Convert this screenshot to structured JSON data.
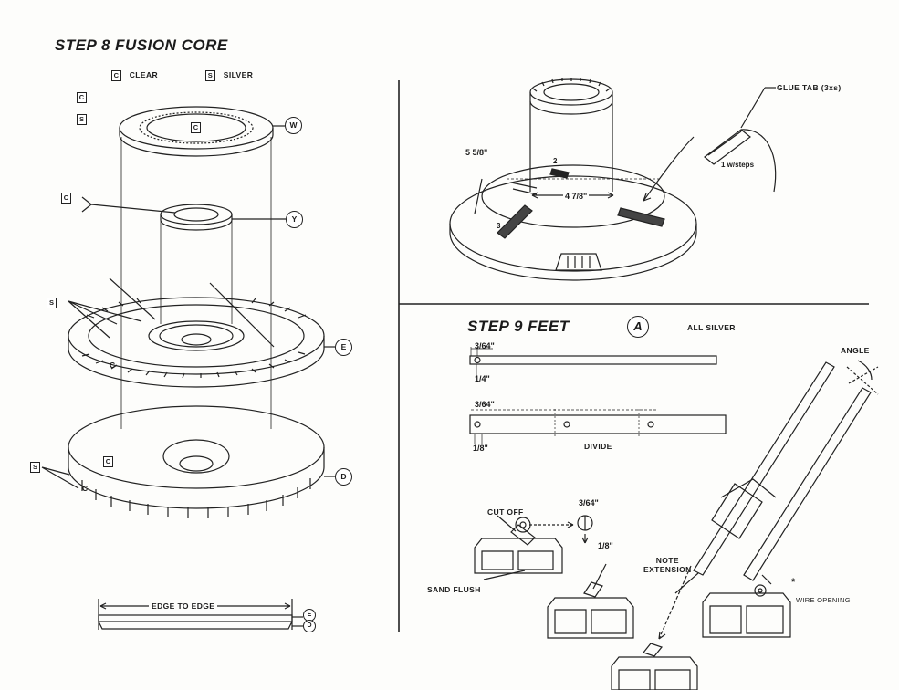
{
  "step8": {
    "title": "STEP 8   FUSION CORE",
    "legend": {
      "clear_code": "C",
      "clear_label": "CLEAR",
      "silver_code": "S",
      "silver_label": "SILVER"
    },
    "callouts": {
      "w": "W",
      "y": "Y",
      "e": "E",
      "d": "D",
      "c1": "C",
      "s1": "S",
      "c_top": "C",
      "c2": "C",
      "s2": "S",
      "c_mid": "C",
      "c_bot": "C",
      "s3": "S",
      "c_bot2": "C"
    },
    "edge_to_edge": "EDGE TO EDGE",
    "edge_e": "E",
    "edge_d": "D"
  },
  "top_right": {
    "glue_tab": "GLUE TAB  (3xs)",
    "w_steps": "1 w/steps",
    "dim_outer": "5 5/8\"",
    "dim_inner": "4 7/8\"",
    "part2": "2",
    "part3": "3"
  },
  "step9": {
    "title": "STEP 9   FEET",
    "circle": "A",
    "all_silver": "ALL SILVER",
    "d1": "3/64\"",
    "d2": "1/4\"",
    "d3": "3/64\"",
    "d4": "1/8\"",
    "divide": "DIVIDE",
    "cut_off": "CUT OFF",
    "d5": "3/64\"",
    "sand_flush": "SAND FLUSH",
    "d6": "1/8\"",
    "note_extension": "NOTE\nEXTENSION",
    "angle": "ANGLE",
    "asterisk": "*",
    "wire_opening": "WIRE OPENING"
  }
}
